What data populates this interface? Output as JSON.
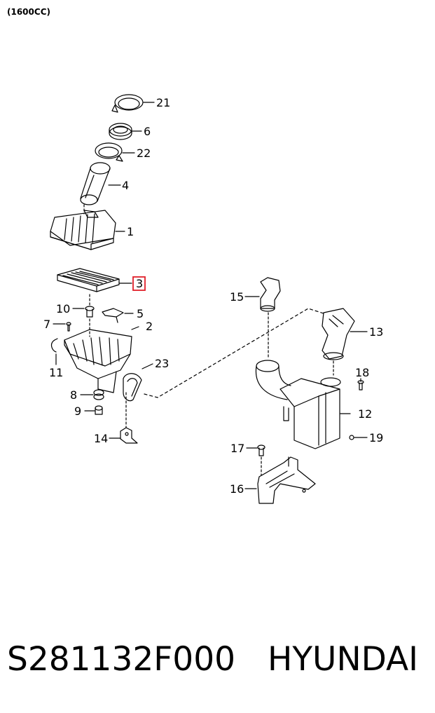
{
  "header": {
    "engine": "(1600CC)"
  },
  "callouts": [
    {
      "id": "21",
      "label": "21"
    },
    {
      "id": "6",
      "label": "6"
    },
    {
      "id": "22",
      "label": "22"
    },
    {
      "id": "4",
      "label": "4"
    },
    {
      "id": "1",
      "label": "1"
    },
    {
      "id": "3",
      "label": "3",
      "highlighted": true
    },
    {
      "id": "10",
      "label": "10"
    },
    {
      "id": "5",
      "label": "5"
    },
    {
      "id": "7",
      "label": "7"
    },
    {
      "id": "2",
      "label": "2"
    },
    {
      "id": "11",
      "label": "11"
    },
    {
      "id": "23",
      "label": "23"
    },
    {
      "id": "8",
      "label": "8"
    },
    {
      "id": "9",
      "label": "9"
    },
    {
      "id": "14",
      "label": "14"
    },
    {
      "id": "15",
      "label": "15"
    },
    {
      "id": "13",
      "label": "13"
    },
    {
      "id": "18",
      "label": "18"
    },
    {
      "id": "12",
      "label": "12"
    },
    {
      "id": "19",
      "label": "19"
    },
    {
      "id": "17",
      "label": "17"
    },
    {
      "id": "16",
      "label": "16"
    }
  ],
  "highlight_color": "#e0202a",
  "footer": {
    "part_number": "S281132F000",
    "brand": "HYUNDAI"
  }
}
